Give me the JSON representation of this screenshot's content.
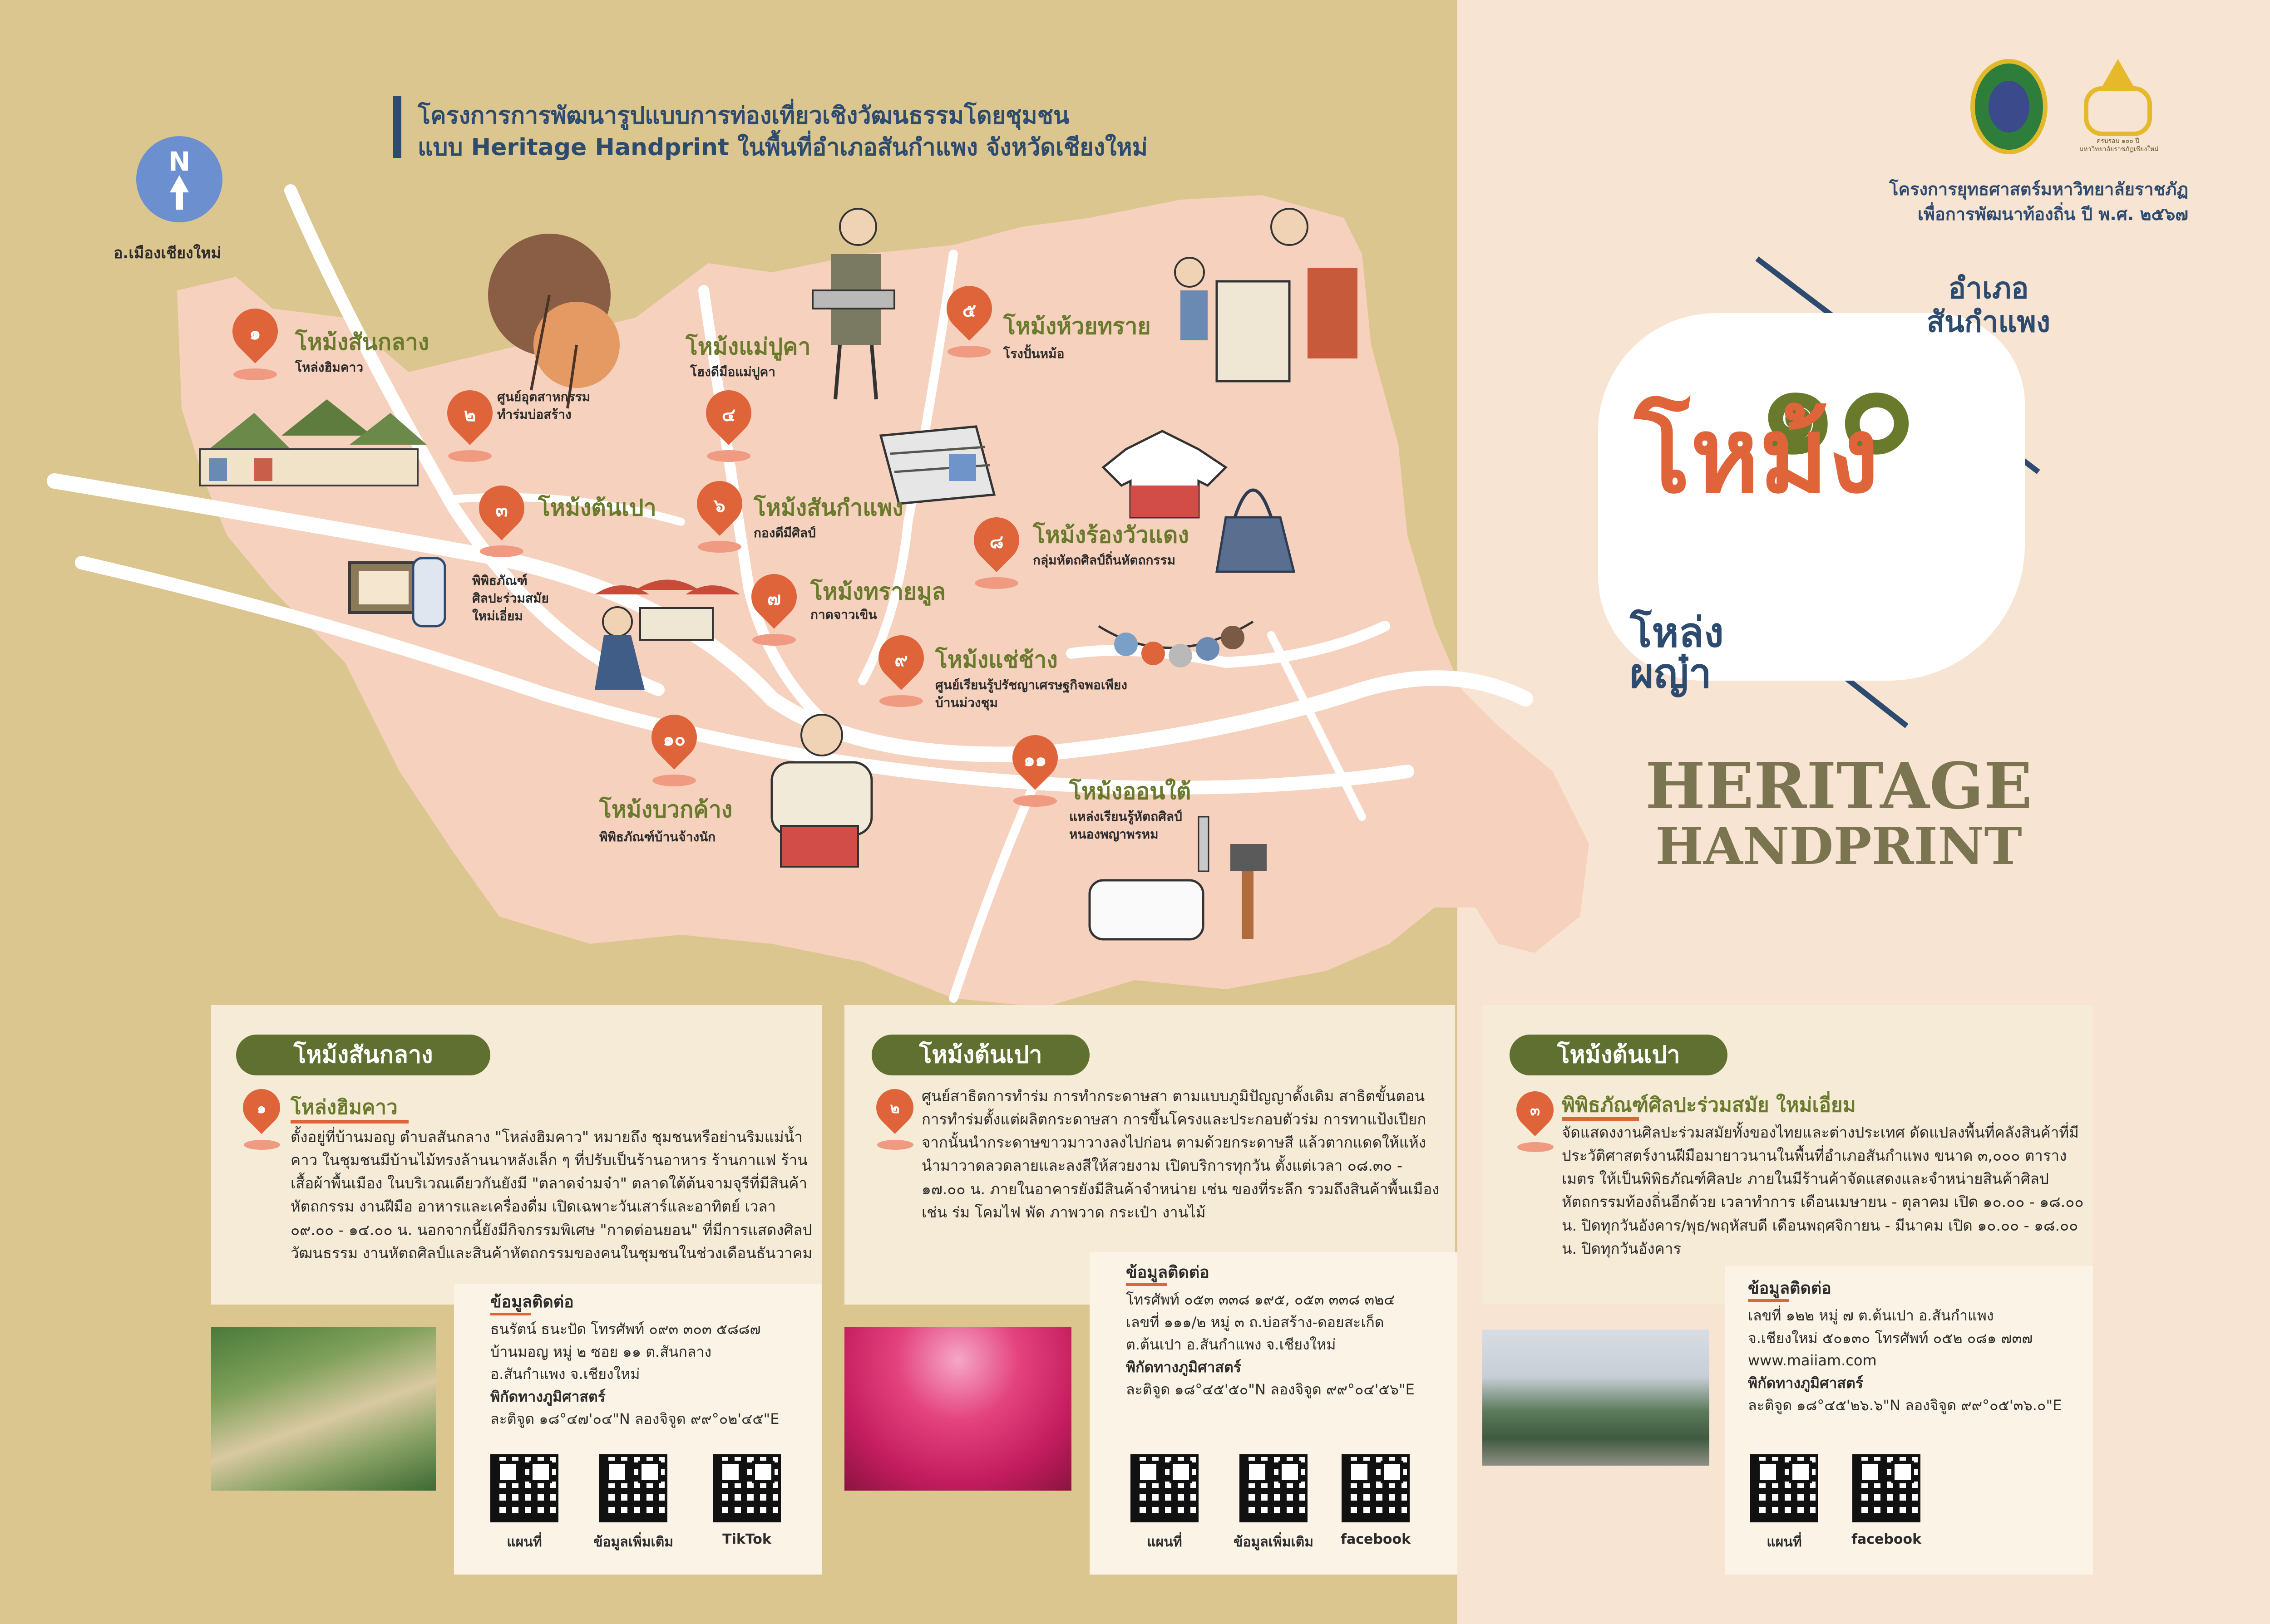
{
  "header": {
    "title_line1": "โครงการการพัฒนารูปแบบการท่องเที่ยวเชิงวัฒนธรรมโดยชุมชน",
    "title_line2": "แบบ Heritage Handprint ในพื้นที่อำเภอสันกำแพง จังหวัดเชียงใหม่"
  },
  "compass": {
    "label": "N"
  },
  "city_label": "อ.เมืองเชียงใหม่",
  "spots": [
    {
      "num": "๑",
      "name": "โหม้งสันกลาง",
      "sub": "โหล่งฮิมคาว"
    },
    {
      "num": "๒",
      "name": "",
      "sub": "ศูนย์อุตสาหกรรม\nทำร่มบ่อสร้าง"
    },
    {
      "num": "๓",
      "name": "โหม้งต้นเปา",
      "sub": "พิพิธภัณฑ์\nศิลปะร่วมสมัย\nใหม่เอี่ยม"
    },
    {
      "num": "๔",
      "name": "โหม้งแม่ปูคา",
      "sub": "โฮงดีมือแม่ปูคา"
    },
    {
      "num": "๕",
      "name": "โหม้งห้วยทราย",
      "sub": "โรงปั้นหม้อ"
    },
    {
      "num": "๖",
      "name": "โหม้งสันกำแพง",
      "sub": "กองดีมีศิลป์"
    },
    {
      "num": "๗",
      "name": "โหม้งทรายมูล",
      "sub": "กาดจาวเขิน"
    },
    {
      "num": "๘",
      "name": "โหม้งร้องวัวแดง",
      "sub": "กลุ่มหัตถศิลป์ถิ่นหัตถกรรม"
    },
    {
      "num": "๙",
      "name": "โหม้งแช่ช้าง",
      "sub": "ศูนย์เรียนรู้ปรัชญาเศรษฐกิจพอเพียง\nบ้านม่วงชุม"
    },
    {
      "num": "๑๐",
      "name": "โหม้งบวกค้าง",
      "sub": "พิพิธภัณฑ์บ้านจ้างนัก"
    },
    {
      "num": "๑๑",
      "name": "โหม้งออนใต้",
      "sub": "แหล่งเรียนรู้หัตถศิลป์\nหนองพญาพรหม"
    }
  ],
  "logos": {
    "logo2_caption": "ครบรอบ ๑๐๐ ปี\nมหาวิทยาลัยราชภัฏเชียงใหม่"
  },
  "project": {
    "line1": "โครงการยุทธศาสตร์มหาวิทยาลัยราชภัฏ",
    "line2": "เพื่อการพัฒนาท้องถิ่น ปี พ.ศ. ๒๕๖๗"
  },
  "poster": {
    "district": "อำเภอ\nสันกำแพง",
    "ten": "๑๐",
    "word_mong": "โหม้ง",
    "word_a": "โหล่ง\nผญ๋า",
    "heritage_1": "HERITAGE",
    "heritage_2": "HANDPRINT"
  },
  "cards": [
    {
      "tag": "โหม้งสันกลาง",
      "num": "๑",
      "place": "โหล่งฮิมคาว",
      "desc": "ตั้งอยู่ที่บ้านมอญ ตำบลสันกลาง \"โหล่งฮิมคาว\" หมายถึง ชุมชนหรือย่านริมแม่น้ำคาว ในชุมชนมีบ้านไม้ทรงล้านนาหลังเล็ก ๆ ที่ปรับเป็นร้านอาหาร ร้านกาแฟ ร้านเสื้อผ้าพื้นเมือง ในบริเวณเดียวกันยังมี \"ตลาดจ๋ามจ๋า\" ตลาดใต้ต้นจามจุรีที่มีสินค้าหัตถกรรม งานฝีมือ อาหารและเครื่องดื่ม เปิดเฉพาะวันเสาร์และอาทิตย์ เวลา ๐๙.๐๐ - ๑๔.๐๐ น. นอกจากนี้ยังมีกิจกรรมพิเศษ \"กาดต่อนยอน\" ที่มีการแสดงศิลปวัฒนธรรม งานหัตถศิลป์และสินค้าหัตถกรรมของคนในชุมชนในช่วงเดือนธันวาคม",
      "contact_title": "ข้อมูลติดต่อ",
      "contact_lines": [
        "ธนรัตน์ ธนะปัด โทรศัพท์ ๐๙๓ ๓๐๓ ๕๘๘๗",
        "บ้านมอญ หมู่ ๒ ซอย ๑๑ ต.สันกลาง",
        "อ.สันกำแพง จ.เชียงใหม่"
      ],
      "coord_title": "พิกัดทางภูมิศาสตร์",
      "coord": "ละติจูด ๑๘°๔๗'๐๔\"N ลองจิจูด ๙๙°๐๒'๔๕\"E",
      "qr_labels": [
        "แผนที่",
        "ข้อมูลเพิ่มเติม",
        "TikTok"
      ]
    },
    {
      "tag": "โหม้งต้นเปา",
      "num": "๒",
      "place": "",
      "desc": "ศูนย์สาธิตการทำร่ม การทำกระดาษสา ตามแบบภูมิปัญญาดั้งเดิม สาธิตขั้นตอนการทำร่มตั้งแต่ผลิตกระดาษสา การขึ้นโครงและประกอบตัวร่ม การทาแป้งเปียกจากนั้นนำกระดาษขาวมาวางลงไปก่อน ตามด้วยกระดาษสี แล้วตากแดดให้แห้ง นำมาวาดลวดลายและลงสีให้สวยงาม เปิดบริการทุกวัน ตั้งแต่เวลา ๐๘.๓๐ - ๑๗.๐๐ น. ภายในอาคารยังมีสินค้าจำหน่าย เช่น ของที่ระลึก รวมถึงสินค้าพื้นเมือง เช่น ร่ม โคมไฟ พัด ภาพวาด กระเป๋า งานไม้",
      "contact_title": "ข้อมูลติดต่อ",
      "contact_lines": [
        "โทรศัพท์ ๐๕๓ ๓๓๘ ๑๙๕, ๐๕๓ ๓๓๘ ๓๒๔",
        "เลขที่ ๑๑๑/๒ หมู่ ๓ ถ.บ่อสร้าง-ดอยสะเก็ด",
        "ต.ต้นเปา อ.สันกำแพง จ.เชียงใหม่"
      ],
      "coord_title": "พิกัดทางภูมิศาสตร์",
      "coord": "ละติจูด ๑๘°๔๕'๕๐\"N ลองจิจูด ๙๙°๐๔'๕๖\"E",
      "qr_labels": [
        "แผนที่",
        "ข้อมูลเพิ่มเติม",
        "facebook"
      ]
    },
    {
      "tag": "โหม้งต้นเปา",
      "num": "๓",
      "place": "พิพิธภัณฑ์ศิลปะร่วมสมัย ใหม่เอี่ยม",
      "desc": "จัดแสดงงานศิลปะร่วมสมัยทั้งของไทยและต่างประเทศ ดัดแปลงพื้นที่คลังสินค้าที่มีประวัติศาสตร์งานฝีมือมายาวนานในพื้นที่อำเภอสันกำแพง ขนาด ๓,๐๐๐ ตารางเมตร ให้เป็นพิพิธภัณฑ์ศิลปะ ภายในมีร้านค้าจัดแสดงและจำหน่ายสินค้าศิลปหัตถกรรมท้องถิ่นอีกด้วย เวลาทำการ เดือนเมษายน - ตุลาคม เปิด ๑๐.๐๐ - ๑๘.๐๐ น. ปิดทุกวันอังคาร/พุธ/พฤหัสบดี เดือนพฤศจิกายน - มีนาคม เปิด ๑๐.๐๐ - ๑๘.๐๐ น. ปิดทุกวันอังคาร",
      "contact_title": "ข้อมูลติดต่อ",
      "contact_lines": [
        "เลขที่ ๑๒๒ หมู่ ๗ ต.ต้นเปา อ.สันกำแพง",
        "จ.เชียงใหม่ ๕๐๑๓๐ โทรศัพท์ ๐๕๒ ๐๘๑ ๗๓๗",
        "www.maiiam.com"
      ],
      "coord_title": "พิกัดทางภูมิศาสตร์",
      "coord": "ละติจูด ๑๘°๔๕'๒๖.๖\"N ลองจิจูด ๙๙°๐๕'๓๖.๐\"E",
      "qr_labels": [
        "แผนที่",
        "facebook"
      ]
    }
  ]
}
